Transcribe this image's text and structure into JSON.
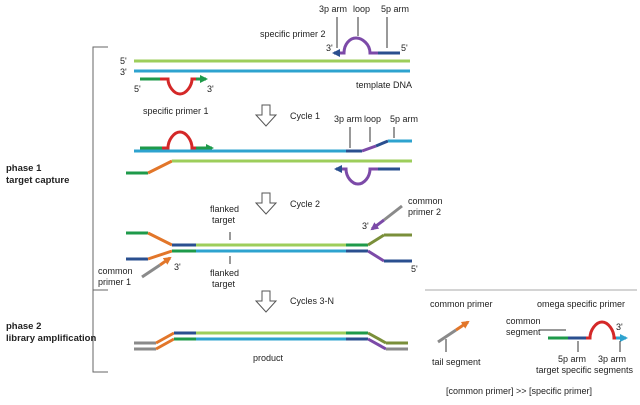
{
  "colors": {
    "green": "#9dce5b",
    "blue": "#2ea3cf",
    "red": "#d42828",
    "purple": "#7c4aa8",
    "orange": "#e2762a",
    "gray": "#8a8a8a",
    "darkgreen": "#1e9a4a",
    "darkblue": "#2a4f8f",
    "olive": "#7a8f3a"
  },
  "phases": {
    "phase1_line1": "phase 1",
    "phase1_line2": "target capture",
    "phase2_line1": "phase 2",
    "phase2_line2": "library amplification"
  },
  "top": {
    "arm3": "3p arm",
    "loop": "loop",
    "arm5": "5p arm",
    "specific_primer_2": "specific primer 2",
    "end_5a": "5'",
    "end_3a": "3'",
    "end_5b": "5'",
    "end_3b": "3'",
    "end_3c": "3'",
    "end_5c": "5'",
    "template_dna": "template DNA",
    "specific_primer_1": "specific primer 1"
  },
  "cycles": {
    "cycle1": "Cycle 1",
    "cycle2": "Cycle 2",
    "cycle3n": "Cycles 3-N"
  },
  "cycle1_labels": {
    "arm3": "3p arm",
    "loop": "loop",
    "arm5": "5p arm"
  },
  "cycle2_labels": {
    "flanked_target_top_1": "flanked",
    "flanked_target_top_2": "target",
    "flanked_target_bottom_1": "flanked",
    "flanked_target_bottom_2": "target",
    "common_primer_2_line1": "common",
    "common_primer_2_line2": "primer 2",
    "common_primer_1_line1": "common",
    "common_primer_1_line2": "primer 1",
    "end_3a": "3'",
    "end_3b": "3'",
    "end_5": "5'"
  },
  "product": "product",
  "legend": {
    "common_primer": "common primer",
    "omega_specific_primer": "omega specific primer",
    "common_segment_1": "common",
    "common_segment_2": "segment",
    "tail_segment": "tail segment",
    "end_3": "3'",
    "arm5": "5p arm",
    "arm3": "3p arm",
    "target_specific_segments": "target specific segments",
    "ratio": "[common primer] >> [specific primer]"
  }
}
